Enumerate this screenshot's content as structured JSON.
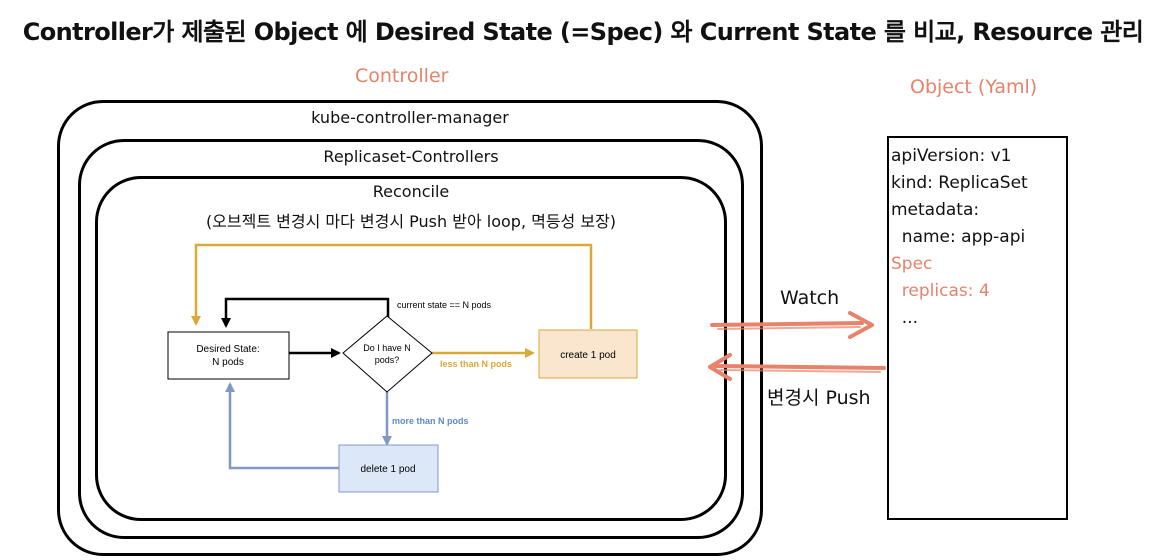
{
  "title": "Controller가 제출된 Object 에 Desired State (=Spec) 와 Current State 를 비교, Resource 관리",
  "controller_section": {
    "label": "Controller",
    "manager_label": "kube-controller-manager",
    "replicaset_label": "Replicaset-Controllers",
    "reconcile_label": "Reconcile",
    "reconcile_note": "(오브젝트 변경시 마다 변경시 Push 받아 loop, 멱등성 보장)"
  },
  "flow": {
    "desired_line1": "Desired State:",
    "desired_line2": "N pods",
    "decision_line1": "Do I have N",
    "decision_line2": "pods?",
    "create": "create 1 pod",
    "delete": "delete 1 pod",
    "current_state": "current state == N pods",
    "less_than": "less than N pods",
    "more_than": "more than N pods"
  },
  "object_section": {
    "label": "Object (Yaml)",
    "lines": [
      {
        "text": "apiVersion: v1",
        "color": "#111111"
      },
      {
        "text": "kind: ReplicaSet",
        "color": "#111111"
      },
      {
        "text": "metadata:",
        "color": "#111111"
      },
      {
        "text": "  name: app-api",
        "color": "#111111"
      },
      {
        "text": "Spec",
        "color": "#e8826a"
      },
      {
        "text": "  replicas: 4",
        "color": "#e8826a"
      },
      {
        "text": "  ...",
        "color": "#111111"
      }
    ]
  },
  "arrows": {
    "watch": "Watch",
    "push": "변경시 Push"
  },
  "colors": {
    "accent": "#e8826a",
    "orange_line": "#d9a93a",
    "blue_line": "#7f98c4",
    "create_fill": "#fae6cf",
    "delete_fill": "#dce8f8"
  }
}
